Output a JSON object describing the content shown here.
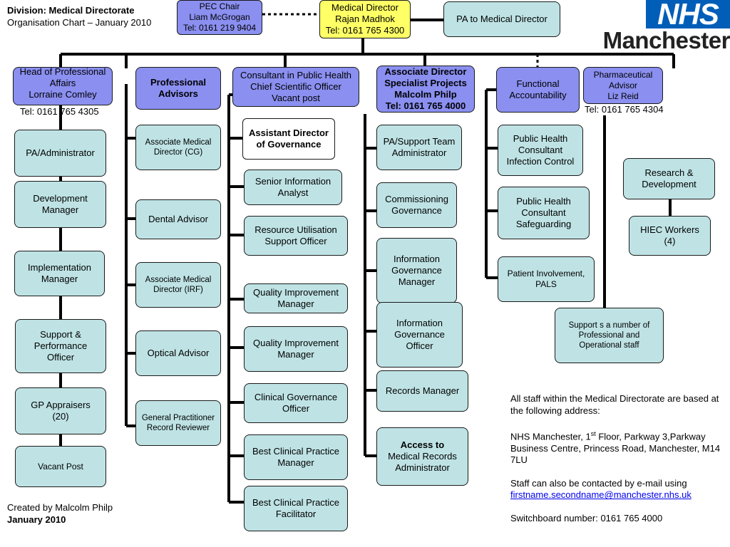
{
  "header": {
    "division": "Division: Medical Directorate",
    "subtitle": "Organisation Chart – January  2010"
  },
  "logo": {
    "badge": "NHS",
    "name": "Manchester",
    "badge_color": "#005eb8"
  },
  "colors": {
    "staff_box": "#bfe3e5",
    "lead_box": "#8a8ff0",
    "director_box": "#ffff66"
  },
  "footer": {
    "created_by": "Created by Malcolm Philp",
    "date": "January  2010"
  },
  "top": {
    "pec_chair": [
      "PEC Chair",
      "Liam McGrogan",
      "Tel: 0161 219 9404"
    ],
    "medical_director": [
      "Medical Director",
      "Rajan Madhok",
      "Tel: 0161 765 4300"
    ],
    "pa_to_md": "PA to Medical Director"
  },
  "col1": {
    "head": [
      "Head of Professional",
      "Affairs",
      "Lorraine Comley"
    ],
    "head_tel": "Tel: 0161 765 4305",
    "items": [
      "PA/Administrator",
      "Development Manager",
      "Implementation Manager",
      "Support & Performance Officer",
      "GP Appraisers (20)",
      "Vacant Post"
    ]
  },
  "col2": {
    "head": [
      "Professional",
      "Advisors"
    ],
    "items": [
      "Associate Medical Director (CG)",
      "Dental Advisor",
      "Associate Medical Director (IRF)",
      "Optical Advisor",
      "General Practitioner Record Reviewer"
    ]
  },
  "col3": {
    "head": [
      "Consultant in Public Health",
      "Chief Scientific Officer",
      "Vacant post"
    ],
    "items": [
      "Assistant Director of Governance",
      "Senior Information Analyst",
      "Resource Utilisation Support Officer",
      "Quality Improvement Manager",
      "Quality Improvement Manager",
      "Clinical Governance Officer",
      "Best Clinical Practice Manager",
      "Best Clinical Practice Facilitator"
    ]
  },
  "col4": {
    "head": [
      "Associate Director",
      "Specialist Projects",
      "Malcolm Philp",
      "Tel: 0161 765 4000"
    ],
    "items": [
      "PA/Support Team Administrator",
      "Commissioning Governance",
      "Information Governance Manager",
      "Information Governance Officer",
      "Records Manager"
    ],
    "access_title": "Access to",
    "access_rest": "Medical Records Administrator"
  },
  "col5": {
    "head": [
      "Functional",
      "Accountability"
    ],
    "items": [
      "Public Health Consultant Infection Control",
      "Public Health Consultant Safeguarding",
      "Patient Involvement, PALS"
    ]
  },
  "col6": {
    "head": [
      "Pharmaceutical",
      "Advisor",
      "Liz Reid"
    ],
    "head_tel": "Tel: 0161 765 4304",
    "support": "Support s a number of Professional and Operational staff",
    "research": "Research & Development",
    "hiec": "HIEC Workers (4)"
  },
  "info": {
    "p1": "All staff within the Medical Directorate are based at the following address:",
    "p2_a": "NHS Manchester, 1",
    "p2_sup": "st",
    "p2_b": " Floor, Parkway 3,Parkway Business Centre, Princess Road, Manchester, M14 7LU",
    "p3": "Staff can also be contacted by e-mail using",
    "email": "firstname.secondname@manchester.nhs.uk",
    "p4": "Switchboard number: 0161 765 4000"
  }
}
